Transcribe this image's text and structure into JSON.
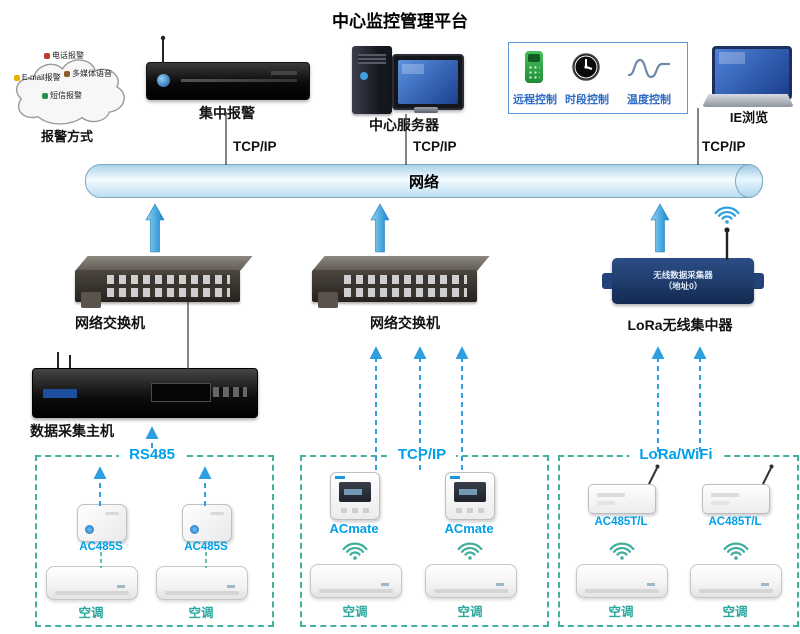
{
  "title": "中心监控管理平台",
  "alarm_cloud": {
    "label": "报警方式",
    "items": [
      {
        "label": "电话报警",
        "icon": "phone-icon"
      },
      {
        "label": "多媒体语音",
        "icon": "speaker-icon"
      },
      {
        "label": "E-mail报警",
        "icon": "email-icon"
      },
      {
        "label": "短信报警",
        "icon": "sms-icon"
      }
    ]
  },
  "devices": {
    "central_alarm": "集中报警",
    "central_server": "中心服务器",
    "ie_browse": "IE浏览",
    "switch_left": "网络交换机",
    "switch_mid": "网络交换机",
    "lora_concentrator": "LoRa无线集中器",
    "lora_device_text_line1": "无线数据采集器",
    "lora_device_text_line2": "（地址0）",
    "data_host": "数据采集主机"
  },
  "control_panel": {
    "items": [
      {
        "label": "远程控制",
        "icon": "remote-icon"
      },
      {
        "label": "时段控制",
        "icon": "clock-icon"
      },
      {
        "label": "温度控制",
        "icon": "wave-icon"
      }
    ]
  },
  "network": {
    "label": "网络",
    "links": [
      "TCP/IP",
      "TCP/IP",
      "TCP/IP"
    ]
  },
  "zones": [
    {
      "protocol": "RS485",
      "device_labels": [
        "AC485S",
        "AC485S"
      ],
      "ac_labels": [
        "空调",
        "空调"
      ]
    },
    {
      "protocol": "TCP/IP",
      "device_labels": [
        "ACmate",
        "ACmate"
      ],
      "ac_labels": [
        "空调",
        "空调"
      ]
    },
    {
      "protocol": "LoRa/WiFi",
      "device_labels": [
        "AC485T/L",
        "AC485T/L"
      ],
      "ac_labels": [
        "空调",
        "空调"
      ]
    }
  ],
  "colors": {
    "arrow_blue": "#2e9fe0",
    "protocol_blue": "#00a0e9",
    "ac_teal": "#2ba89e",
    "zone_dash": "#44b0a0",
    "control_label_blue": "#2e6bc4",
    "network_fill": "#cfe8f6"
  }
}
